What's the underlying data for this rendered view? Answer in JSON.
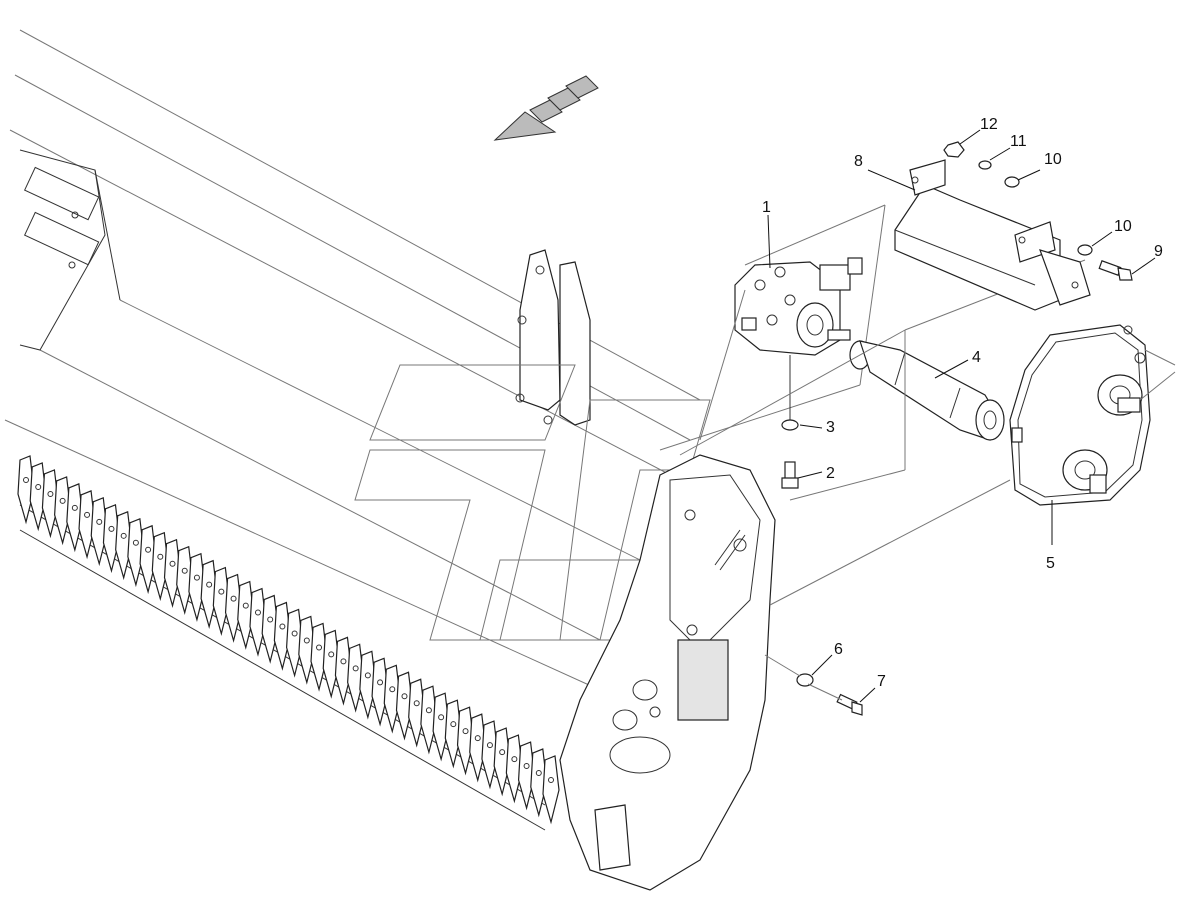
{
  "callouts": [
    {
      "id": "c1",
      "label": "1"
    },
    {
      "id": "c2",
      "label": "2"
    },
    {
      "id": "c3",
      "label": "3"
    },
    {
      "id": "c4",
      "label": "4"
    },
    {
      "id": "c5",
      "label": "5"
    },
    {
      "id": "c6",
      "label": "6"
    },
    {
      "id": "c7",
      "label": "7"
    },
    {
      "id": "c8",
      "label": "8"
    },
    {
      "id": "c9",
      "label": "9"
    },
    {
      "id": "c10a",
      "label": "10"
    },
    {
      "id": "c10b",
      "label": "10"
    },
    {
      "id": "c11",
      "label": "11"
    },
    {
      "id": "c12",
      "label": "12"
    }
  ],
  "colors": {
    "line": "#333333",
    "background": "#ffffff",
    "fill_gray": "#e4e4e4"
  },
  "icons": {
    "direction": "travel-direction-arrow-icon"
  }
}
